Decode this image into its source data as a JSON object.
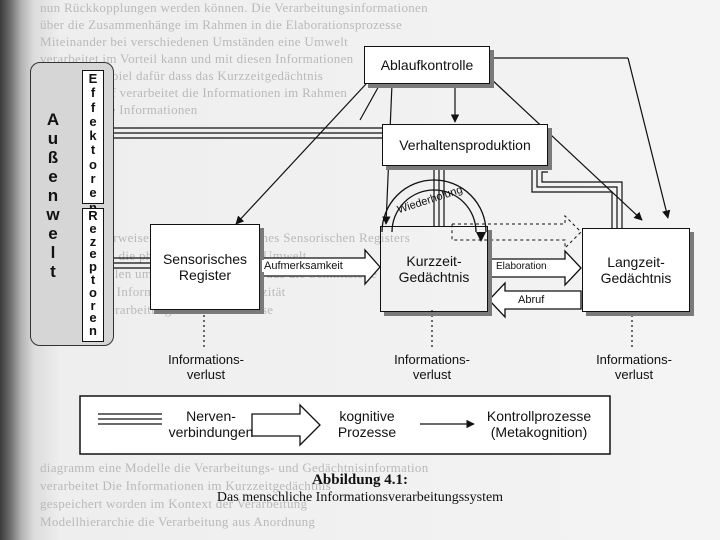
{
  "diagram": {
    "aussenwelt": "Außenwelt",
    "effektoren": "Effektoren",
    "rezeptoren": "Rezeptoren",
    "ablaufkontrolle": "Ablaufkontrolle",
    "verhaltensproduktion": "Verhaltensproduktion",
    "sensorisches_register": [
      "Sensorisches",
      "Register"
    ],
    "kurzzeit": [
      "Kurzzeit-",
      "Gedächtnis"
    ],
    "langzeit": [
      "Langzeit-",
      "Gedächtnis"
    ],
    "aufmerksamkeit": "Aufmerksamkeit",
    "elaboration": "Elaboration",
    "abruf": "Abruf",
    "wiederholung": "Wiederholung",
    "informationsverlust": [
      "Informations-",
      "verlust"
    ]
  },
  "legend": {
    "nerven": [
      "Nerven-",
      "verbindungen"
    ],
    "kognitiv": [
      "kognitive",
      "Prozesse"
    ],
    "kontroll": [
      "Kontrollprozesse",
      "(Metakognition)"
    ]
  },
  "caption": {
    "title": "Abbildung 4.1:",
    "subtitle": "Das menschliche Informationsverarbeitungssystem"
  },
  "background_text": [
    "nun Rückkopplungen werden können. Die Verarbeitungsinformationen",
    "über die Zusammenhänge im Rahmen in die Elaborationsprozesse",
    "Miteinander bei verschiedenen Umständen eine Umwelt",
    "verarbeitet im Vorteil kann und mit diesen Informationen",
    "ein weit Beispiel dafür dass das Kurzzeitgedächtnis",
    "Prozessablauf verarbeitet die Informationen im Rahmen",
    "stanzen Diese Informationen",
    "Bildungen verweisen auf die Existenz eines Sensorischen Registers",
    "menschlichen die physikalische Energie Umwelt",
    "Nerven Signalen umgewandelt, Signalen aus die Schnittstelle",
    "trainieren die Informationen in die Kapazität",
    "auch diese Verarbeitung noch die Prozesse",
    "diagramm eine Modelle die Verarbeitungs- und Gedächtnisinformation",
    "verarbeitet Die Informationen im Kurzzeitgedächtnis",
    "gespeichert worden im Kontext der Verarbeitung",
    "Modellhierarchie die Verarbeitung aus Anordnung"
  ]
}
